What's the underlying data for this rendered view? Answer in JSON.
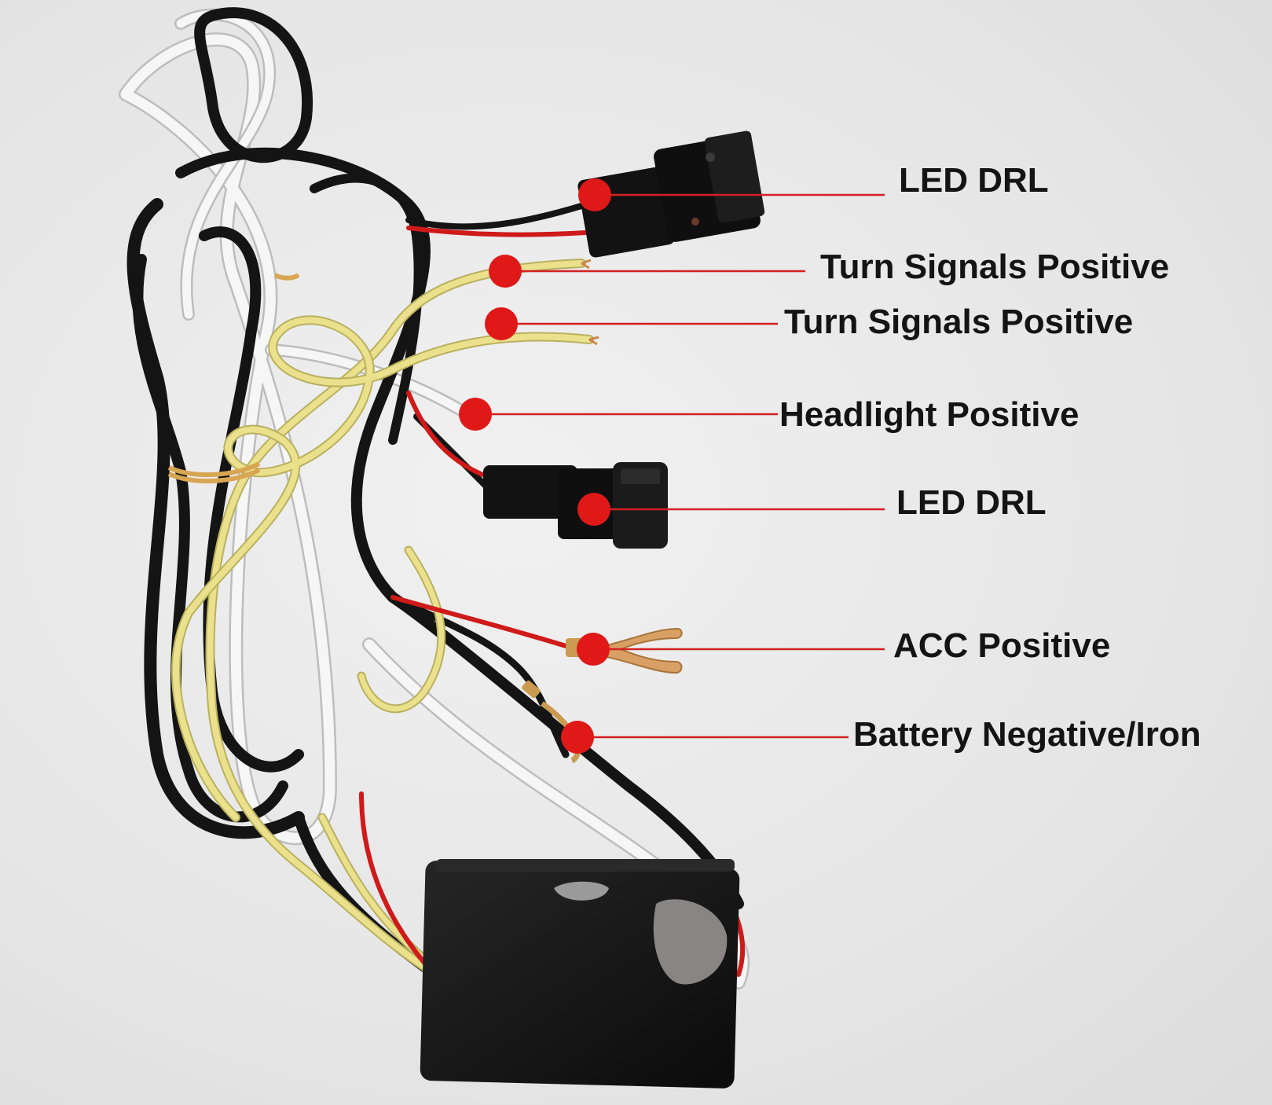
{
  "callouts": [
    {
      "id": "led-drl-1",
      "label": "LED DRL"
    },
    {
      "id": "turn-signals-positive-1",
      "label": "Turn Signals Positive"
    },
    {
      "id": "turn-signals-positive-2",
      "label": "Turn Signals Positive"
    },
    {
      "id": "headlight-positive",
      "label": "Headlight Positive"
    },
    {
      "id": "led-drl-2",
      "label": "LED DRL"
    },
    {
      "id": "acc-positive",
      "label": "ACC Positive"
    },
    {
      "id": "battery-negative-iron",
      "label": "Battery Negative/Iron"
    }
  ],
  "colors": {
    "background": "#e9e9e9",
    "callout_marker": "#e01818",
    "callout_line": "#d42020",
    "wire_black": "#141414",
    "wire_white": "#f6f6f6",
    "wire_yellow": "#e8df82",
    "wire_red": "#d01818",
    "connector": "#111111",
    "control_box": "#141414",
    "terminal_brass": "#d9a066"
  },
  "icons": [
    "red-dot-marker-icon"
  ]
}
